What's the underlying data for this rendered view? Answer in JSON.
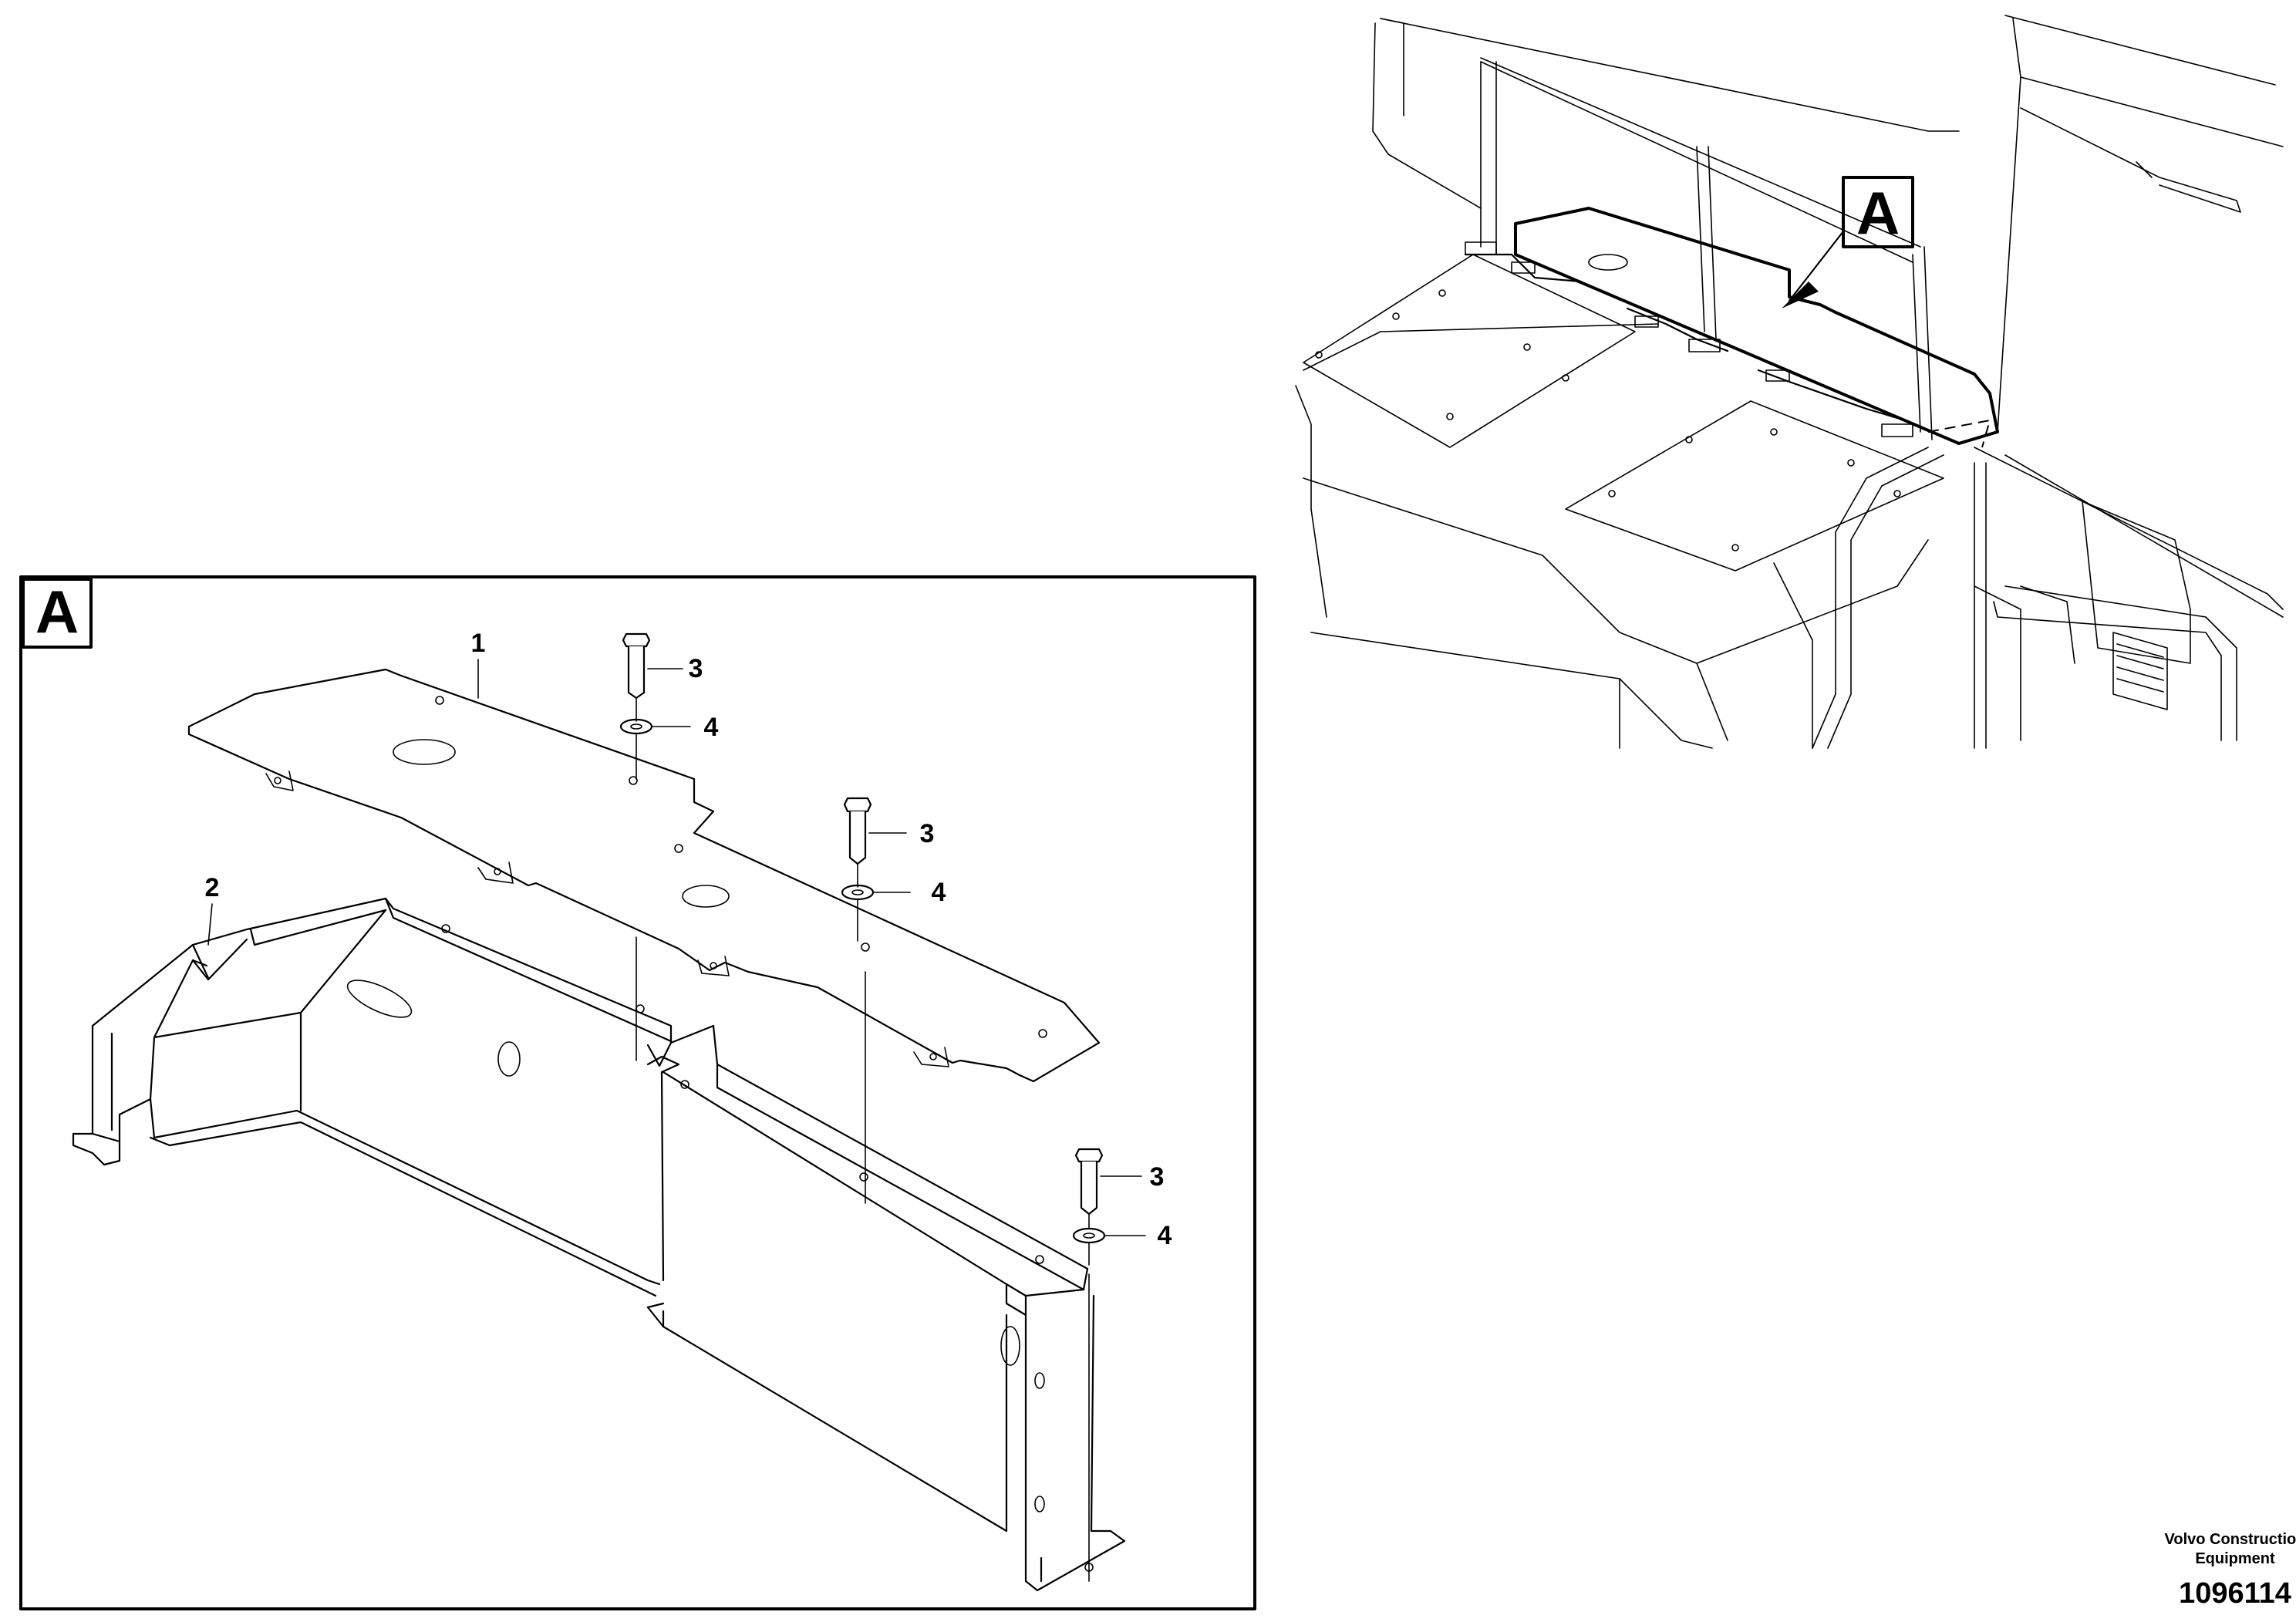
{
  "overview": {
    "view_letter": "A"
  },
  "detail": {
    "view_letter": "A",
    "callouts": [
      {
        "id": "item-1",
        "label": "1"
      },
      {
        "id": "item-2",
        "label": "2"
      },
      {
        "id": "item-3a",
        "label": "3"
      },
      {
        "id": "item-4a",
        "label": "4"
      },
      {
        "id": "item-3b",
        "label": "3"
      },
      {
        "id": "item-4b",
        "label": "4"
      },
      {
        "id": "item-3c",
        "label": "3"
      },
      {
        "id": "item-4c",
        "label": "4"
      }
    ]
  },
  "footer": {
    "brand_line1": "Volvo Construction",
    "brand_line2": "Equipment",
    "drawing_number": "1096114"
  }
}
